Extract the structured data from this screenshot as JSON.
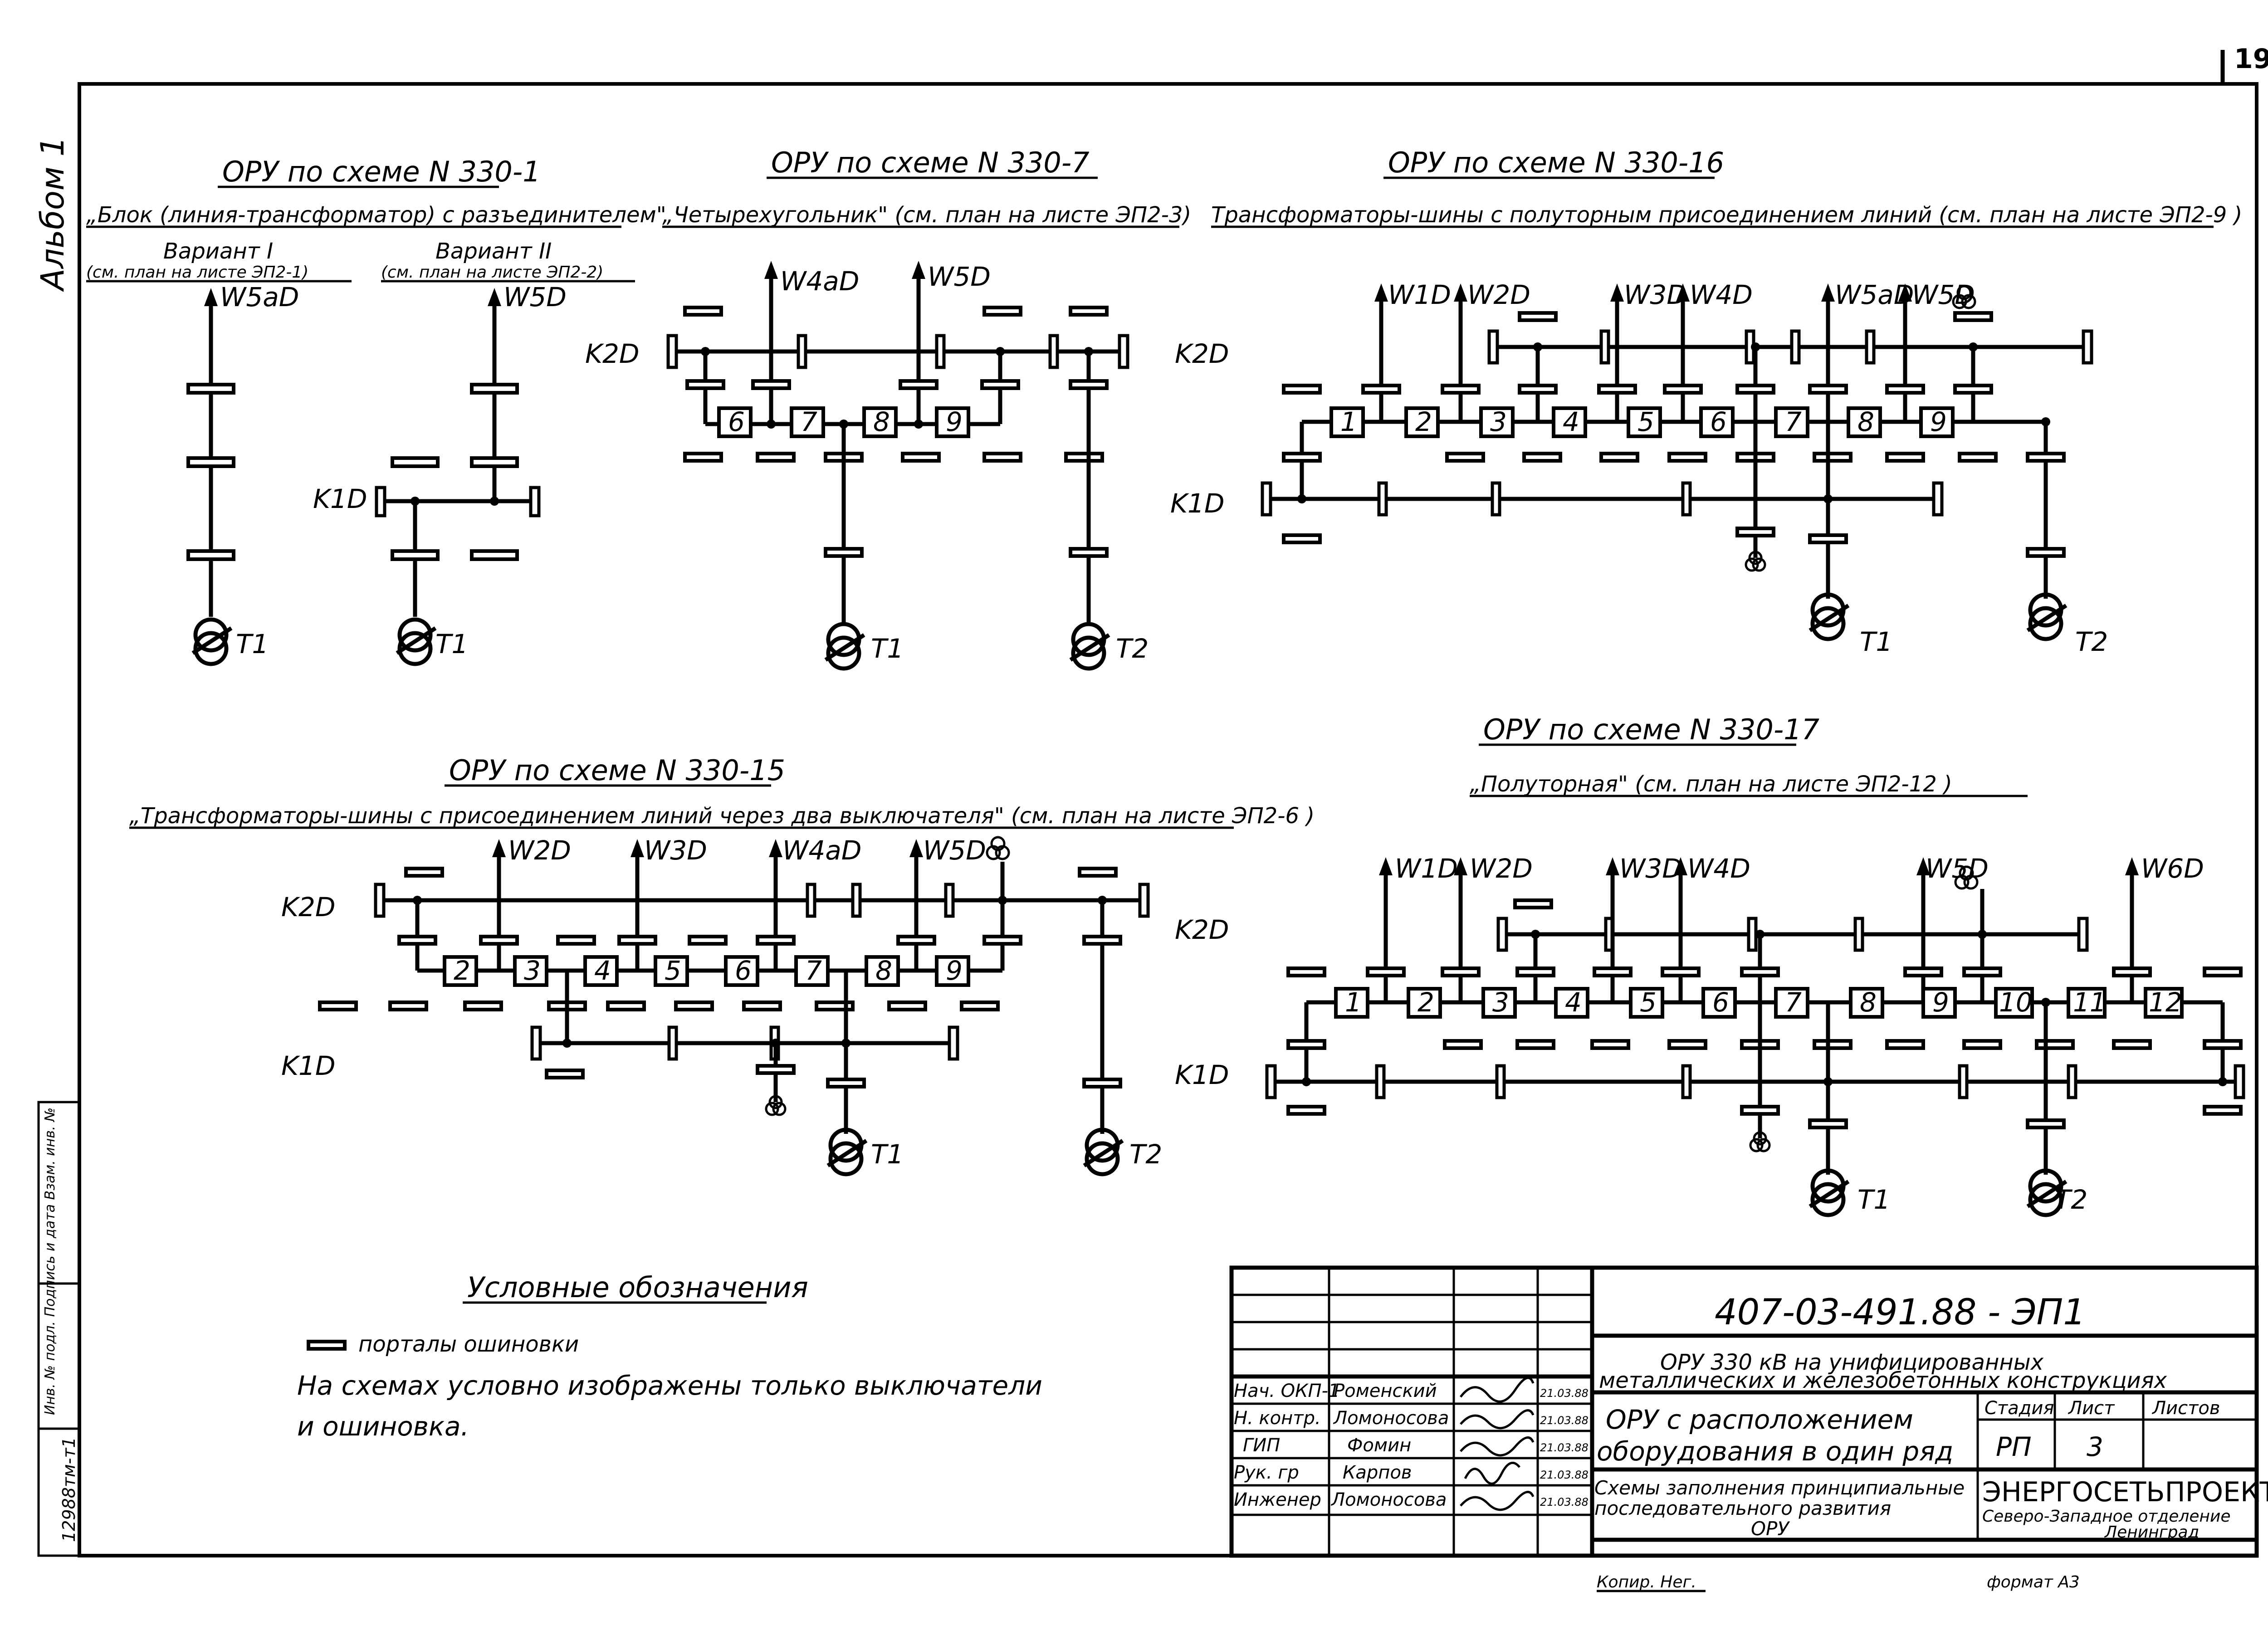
{
  "page_number": "19",
  "album_label": "Альбом 1",
  "inventory_number": "12988тм-т1",
  "side_stamp": "Инв. № подл.  Подпись и дата  Взам. инв. №",
  "schemes": [
    {
      "id": "330-1",
      "title": "ОРУ по схеме N 330-1",
      "subtitle": "„Блок (линия-трансформатор) с разъединителем\"",
      "variant1": "Вариант I",
      "variant1_ref": "(см. план на листе ЭП2-1)",
      "variant2": "Вариант II",
      "variant2_ref": "(см. план на листе ЭП2-2)",
      "lines": [
        "W5аD",
        "W5D"
      ],
      "buses": [
        "K1D"
      ],
      "transformers": [
        "T1",
        "T1"
      ]
    },
    {
      "id": "330-7",
      "title": "ОРУ по схеме N 330-7",
      "subtitle": "„Четырехугольник\" (см. план на листе ЭП2-3)",
      "lines": [
        "W4аD",
        "W5D"
      ],
      "buses": [
        "K2D"
      ],
      "breakers": [
        "6",
        "7",
        "8",
        "9"
      ],
      "transformers": [
        "T1",
        "T2"
      ]
    },
    {
      "id": "330-16",
      "title": "ОРУ по схеме N 330-16",
      "subtitle": "Трансформаторы-шины с полуторным присоединением линий (см. план на листе ЭП2-9 )",
      "lines": [
        "W1D",
        "W2D",
        "W3D",
        "W4D",
        "W5аD",
        "W5D"
      ],
      "buses": [
        "K2D",
        "K1D"
      ],
      "breakers": [
        "1",
        "2",
        "3",
        "4",
        "5",
        "6",
        "7",
        "8",
        "9"
      ],
      "transformers": [
        "T1",
        "T2"
      ]
    },
    {
      "id": "330-15",
      "title": "ОРУ по схеме N 330-15",
      "subtitle": "„Трансформаторы-шины с присоединением линий через два выключателя\" (см. план на листе ЭП2-6 )",
      "lines": [
        "W2D",
        "W3D",
        "W4аD",
        "W5D"
      ],
      "buses": [
        "K2D",
        "K1D"
      ],
      "breakers": [
        "2",
        "3",
        "4",
        "5",
        "6",
        "7",
        "8",
        "9"
      ],
      "transformers": [
        "T1",
        "T2"
      ]
    },
    {
      "id": "330-17",
      "title": "ОРУ по схеме N 330-17",
      "subtitle": "„Полуторная\" (см. план на листе ЭП2-12 )",
      "lines": [
        "W1D",
        "W2D",
        "W3D",
        "W4D",
        "W5D",
        "W6D"
      ],
      "buses": [
        "K2D",
        "K1D"
      ],
      "breakers": [
        "1",
        "2",
        "3",
        "4",
        "5",
        "6",
        "7",
        "8",
        "9",
        "10",
        "11",
        "12"
      ],
      "transformers": [
        "T1",
        "T2"
      ]
    }
  ],
  "legend": {
    "title": "Условные обозначения",
    "portal_label": "порталы ошиновки",
    "note_line1": "На схемах условно изображены только выключатели",
    "note_line2": "и ошиновка."
  },
  "title_block": {
    "doc_code": "407-03-491.88 - ЭП1",
    "project_title_line1": "ОРУ 330 кВ на унифицированных",
    "project_title_line2": "металлических и железобетонных конструкциях",
    "sheet_title_line1": "ОРУ с расположением",
    "sheet_title_line2": "оборудования в один ряд",
    "drawing_title_line1": "Схемы заполнения принципиальные",
    "drawing_title_line2": "последовательного развития",
    "drawing_title_line3": "ОРУ",
    "stage_header": "Стадия",
    "sheet_header": "Лист",
    "sheets_header": "Листов",
    "stage": "РП",
    "sheet": "3",
    "organization": "ЭНЕРГОСЕТЬПРОЕКТ",
    "department": "Северо-Западное отделение",
    "city": "Ленинград",
    "copied_by": "Копир. Нег.",
    "format": "формат А3",
    "signatories": [
      {
        "role": "Нач. ОКП-1",
        "name": "Роменский",
        "date": "21.03.88"
      },
      {
        "role": "Н. контр.",
        "name": "Ломоносова",
        "date": "21.03.88"
      },
      {
        "role": "ГИП",
        "name": "Фомин",
        "date": "21.03.88"
      },
      {
        "role": "Рук. гр",
        "name": "Карпов",
        "date": "21.03.88"
      },
      {
        "role": "Инженер",
        "name": "Ломоносова",
        "date": "21.03.88"
      }
    ]
  }
}
